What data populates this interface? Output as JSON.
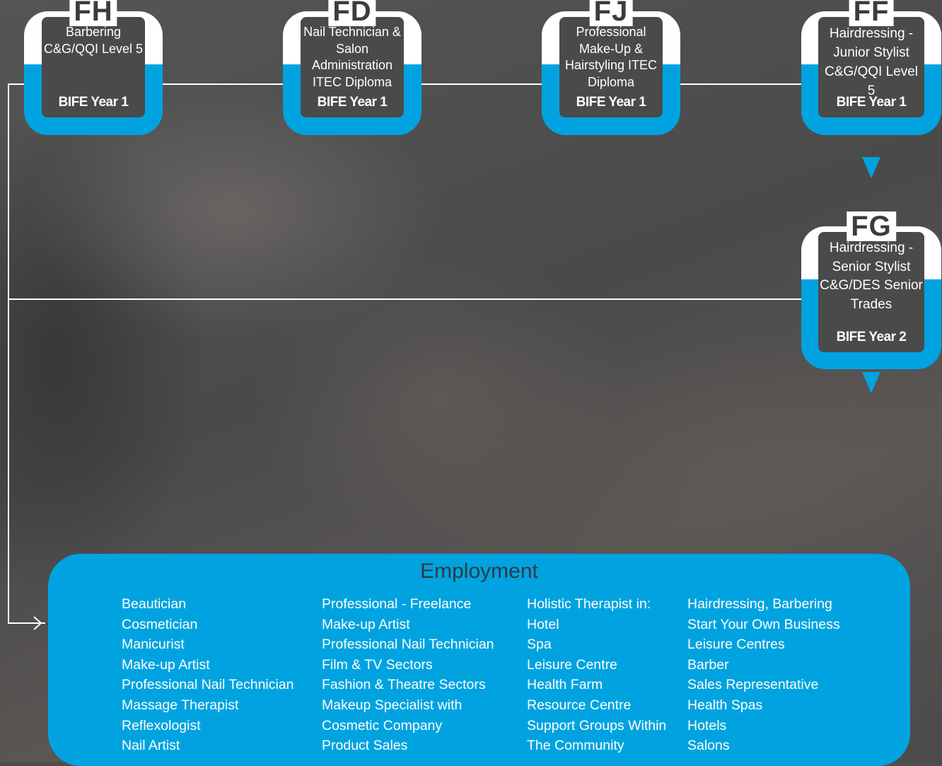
{
  "courses": [
    {
      "code": "FH",
      "title": "Barbering C&G/QQI Level 5",
      "year": "BIFE Year 1"
    },
    {
      "code": "FD",
      "title": "Nail Technician & Salon Administration ITEC Diploma",
      "year": "BIFE Year 1"
    },
    {
      "code": "FJ",
      "title": "Professional Make-Up & Hairstyling ITEC Diploma",
      "year": "BIFE Year 1"
    },
    {
      "code": "FF",
      "title": "Hairdressing - Junior Stylist C&G/QQI Level 5",
      "year": "BIFE Year 1"
    },
    {
      "code": "FG",
      "title": "Hairdressing - Senior Stylist C&G/DES Senior Trades",
      "year": "BIFE Year 2"
    }
  ],
  "employment": {
    "heading": "Employment",
    "columns": [
      [
        "Beautician",
        "Cosmetician",
        "Manicurist",
        "Make-up Artist",
        "Professional Nail Technician",
        "Massage Therapist",
        "Reflexologist",
        "Nail Artist"
      ],
      [
        "Professional - Freelance",
        "Make-up Artist",
        "Professional Nail Technician",
        "Film & TV Sectors",
        "Fashion & Theatre Sectors",
        "Makeup Specialist with",
        "Cosmetic Company",
        "Product Sales"
      ],
      [
        "Holistic Therapist in:",
        "Hotel",
        "Spa",
        "Leisure Centre",
        "Health Farm",
        "Resource Centre",
        "Support Groups Within",
        "The Community"
      ],
      [
        "Hairdressing, Barbering",
        "Start Your Own Business",
        "Leisure Centres",
        "Barber",
        "Sales Representative",
        "Health Spas",
        "Hotels",
        "Salons"
      ]
    ]
  },
  "colors": {
    "accent": "#00a3e0",
    "frame": "#ffffff",
    "inner": "#4a4a4a"
  }
}
